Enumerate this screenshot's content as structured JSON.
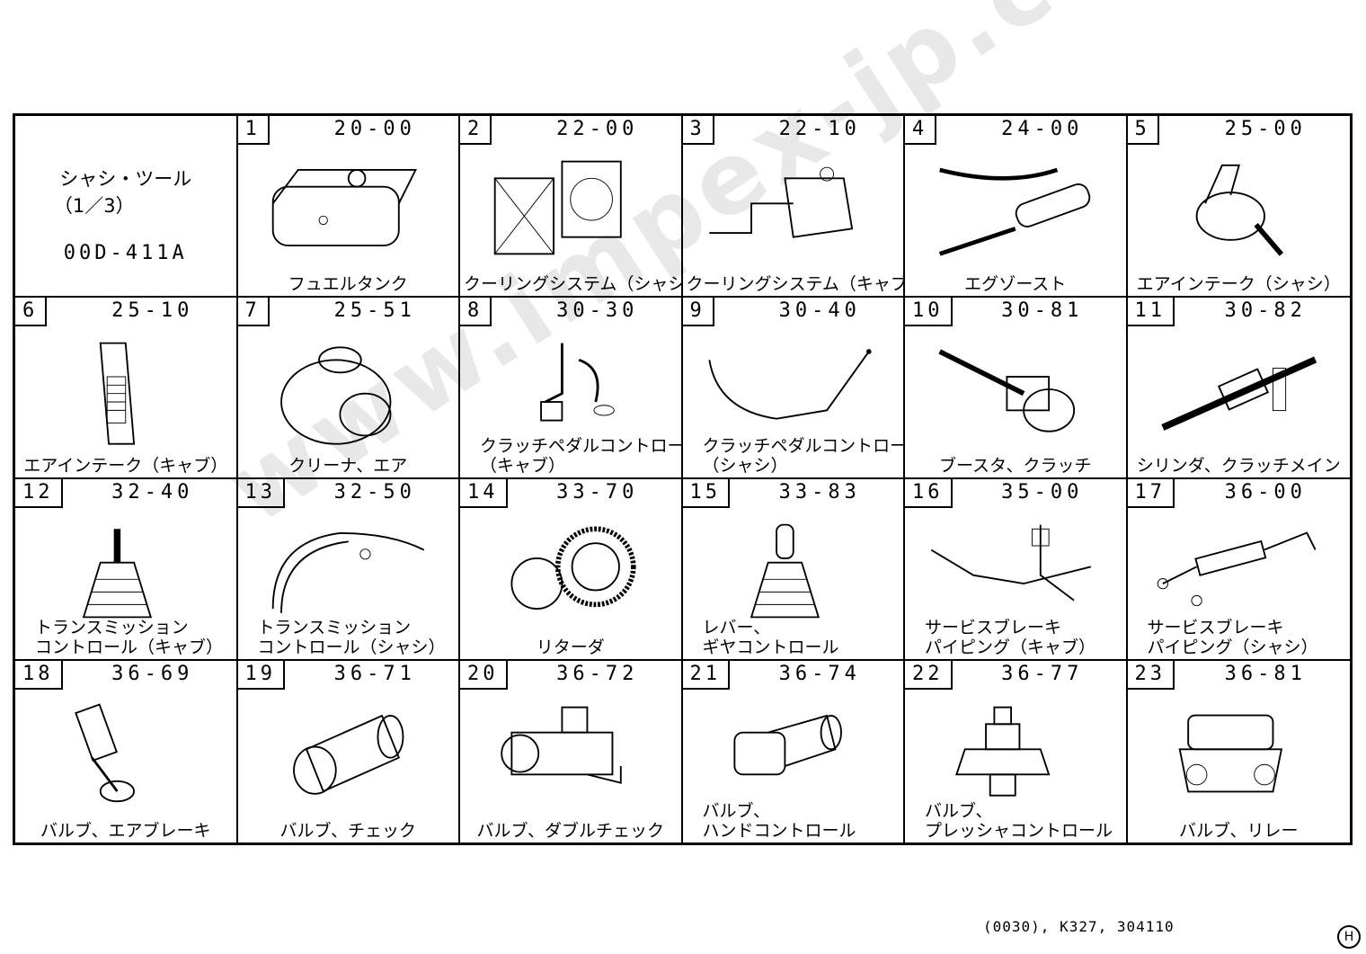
{
  "title_block": {
    "line1": "シャシ・ツール",
    "line2": "（1／3）",
    "code": "00D-411A"
  },
  "parts": [
    {
      "num": "1",
      "code": "20-00",
      "label": [
        "フュエルタンク"
      ],
      "icon": "fuel-tank-icon"
    },
    {
      "num": "2",
      "code": "22-00",
      "label": [
        "クーリングシステム（シャシ）"
      ],
      "icon": "radiator-icon"
    },
    {
      "num": "3",
      "code": "22-10",
      "label": [
        "クーリングシステム（キャブ）"
      ],
      "icon": "reservoir-tank-icon"
    },
    {
      "num": "4",
      "code": "24-00",
      "label": [
        "エグゾースト"
      ],
      "icon": "exhaust-muffler-icon"
    },
    {
      "num": "5",
      "code": "25-00",
      "label": [
        "エアインテーク（シャシ）"
      ],
      "icon": "air-intake-icon"
    },
    {
      "num": "6",
      "code": "25-10",
      "label": [
        "エアインテーク（キャブ）"
      ],
      "icon": "intake-duct-icon"
    },
    {
      "num": "7",
      "code": "25-51",
      "label": [
        "クリーナ、エア"
      ],
      "icon": "air-cleaner-icon"
    },
    {
      "num": "8",
      "code": "30-30",
      "label": [
        "クラッチペダルコントロール",
        "（キャブ）"
      ],
      "icon": "clutch-pedal-icon"
    },
    {
      "num": "9",
      "code": "30-40",
      "label": [
        "クラッチペダルコントロール",
        "（シャシ）"
      ],
      "icon": "clutch-line-icon"
    },
    {
      "num": "10",
      "code": "30-81",
      "label": [
        "ブースタ、クラッチ"
      ],
      "icon": "clutch-booster-icon"
    },
    {
      "num": "11",
      "code": "30-82",
      "label": [
        "シリンダ、クラッチメイン"
      ],
      "icon": "master-cylinder-icon"
    },
    {
      "num": "12",
      "code": "32-40",
      "label": [
        "トランスミッション",
        "コントロール（キャブ）"
      ],
      "icon": "shift-lever-icon"
    },
    {
      "num": "13",
      "code": "32-50",
      "label": [
        "トランスミッション",
        "コントロール（シャシ）"
      ],
      "icon": "shift-cable-icon"
    },
    {
      "num": "14",
      "code": "33-70",
      "label": [
        "リターダ"
      ],
      "icon": "retarder-gear-icon"
    },
    {
      "num": "15",
      "code": "33-83",
      "label": [
        "レバー、",
        "ギヤコントロール"
      ],
      "icon": "gear-lever-icon"
    },
    {
      "num": "16",
      "code": "35-00",
      "label": [
        "サービスブレーキ",
        "パイピング（キャブ）"
      ],
      "icon": "brake-piping-cab-icon"
    },
    {
      "num": "17",
      "code": "36-00",
      "label": [
        "サービスブレーキ",
        "パイピング（シャシ）"
      ],
      "icon": "brake-piping-chassis-icon"
    },
    {
      "num": "18",
      "code": "36-69",
      "label": [
        "バルブ、エアブレーキ"
      ],
      "icon": "brake-valve-icon"
    },
    {
      "num": "19",
      "code": "36-71",
      "label": [
        "バルブ、チェック"
      ],
      "icon": "check-valve-icon"
    },
    {
      "num": "20",
      "code": "36-72",
      "label": [
        "バルブ、ダブルチェック"
      ],
      "icon": "double-check-valve-icon"
    },
    {
      "num": "21",
      "code": "36-74",
      "label": [
        "バルブ、",
        "ハンドコントロール"
      ],
      "icon": "hand-control-valve-icon"
    },
    {
      "num": "22",
      "code": "36-77",
      "label": [
        "バルブ、",
        "プレッシャコントロール"
      ],
      "icon": "pressure-valve-icon"
    },
    {
      "num": "23",
      "code": "36-81",
      "label": [
        "バルブ、リレー"
      ],
      "icon": "relay-valve-icon"
    }
  ],
  "footer": {
    "reference": "(0030), K327, 304110",
    "mark": "H"
  },
  "watermark": "www.impex-jp.com"
}
